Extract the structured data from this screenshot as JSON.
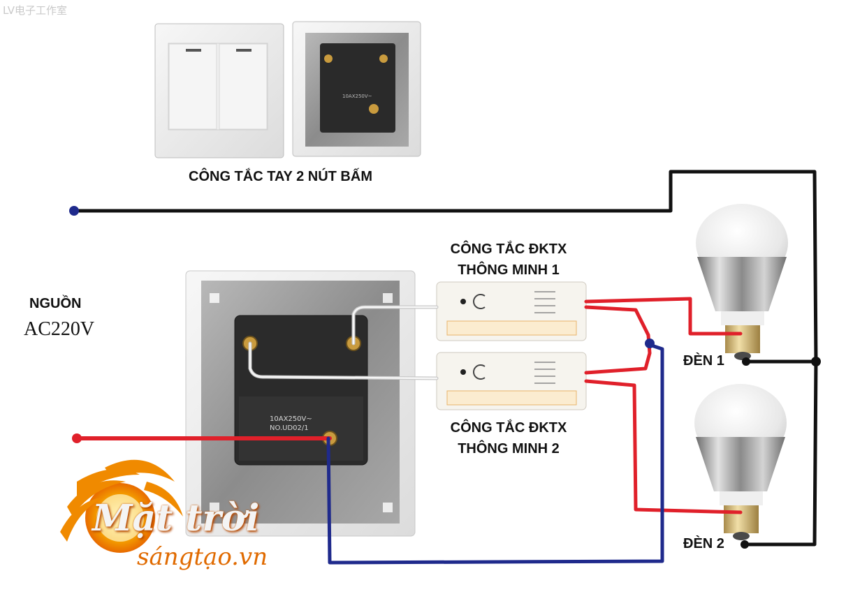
{
  "watermark": "LV电子工作室",
  "labels": {
    "manual_switch": "CÔNG TẮC TAY 2 NÚT BẤM",
    "smart_switch_1": [
      "CÔNG TẮC ĐKTX",
      "THÔNG MINH 1"
    ],
    "smart_switch_2": [
      "CÔNG TẮC ĐKTX",
      "THÔNG MINH 2"
    ],
    "source_title": "NGUỒN",
    "source_voltage": "AC220V",
    "lamp_1": "ĐÈN 1",
    "lamp_2": "ĐÈN 2"
  },
  "switch_printing": {
    "rating": "10AX250V~",
    "model": "NO.UD02/1"
  },
  "logo": {
    "main": "Mặt trời",
    "sub": "sángtạo.vn"
  },
  "colors": {
    "live_wire": "#e0202a",
    "neutral_wire": "#1f2a8c",
    "return_wire": "#111111",
    "control_wire": "#f2f2f2",
    "logo_orange": "#f08a00"
  }
}
